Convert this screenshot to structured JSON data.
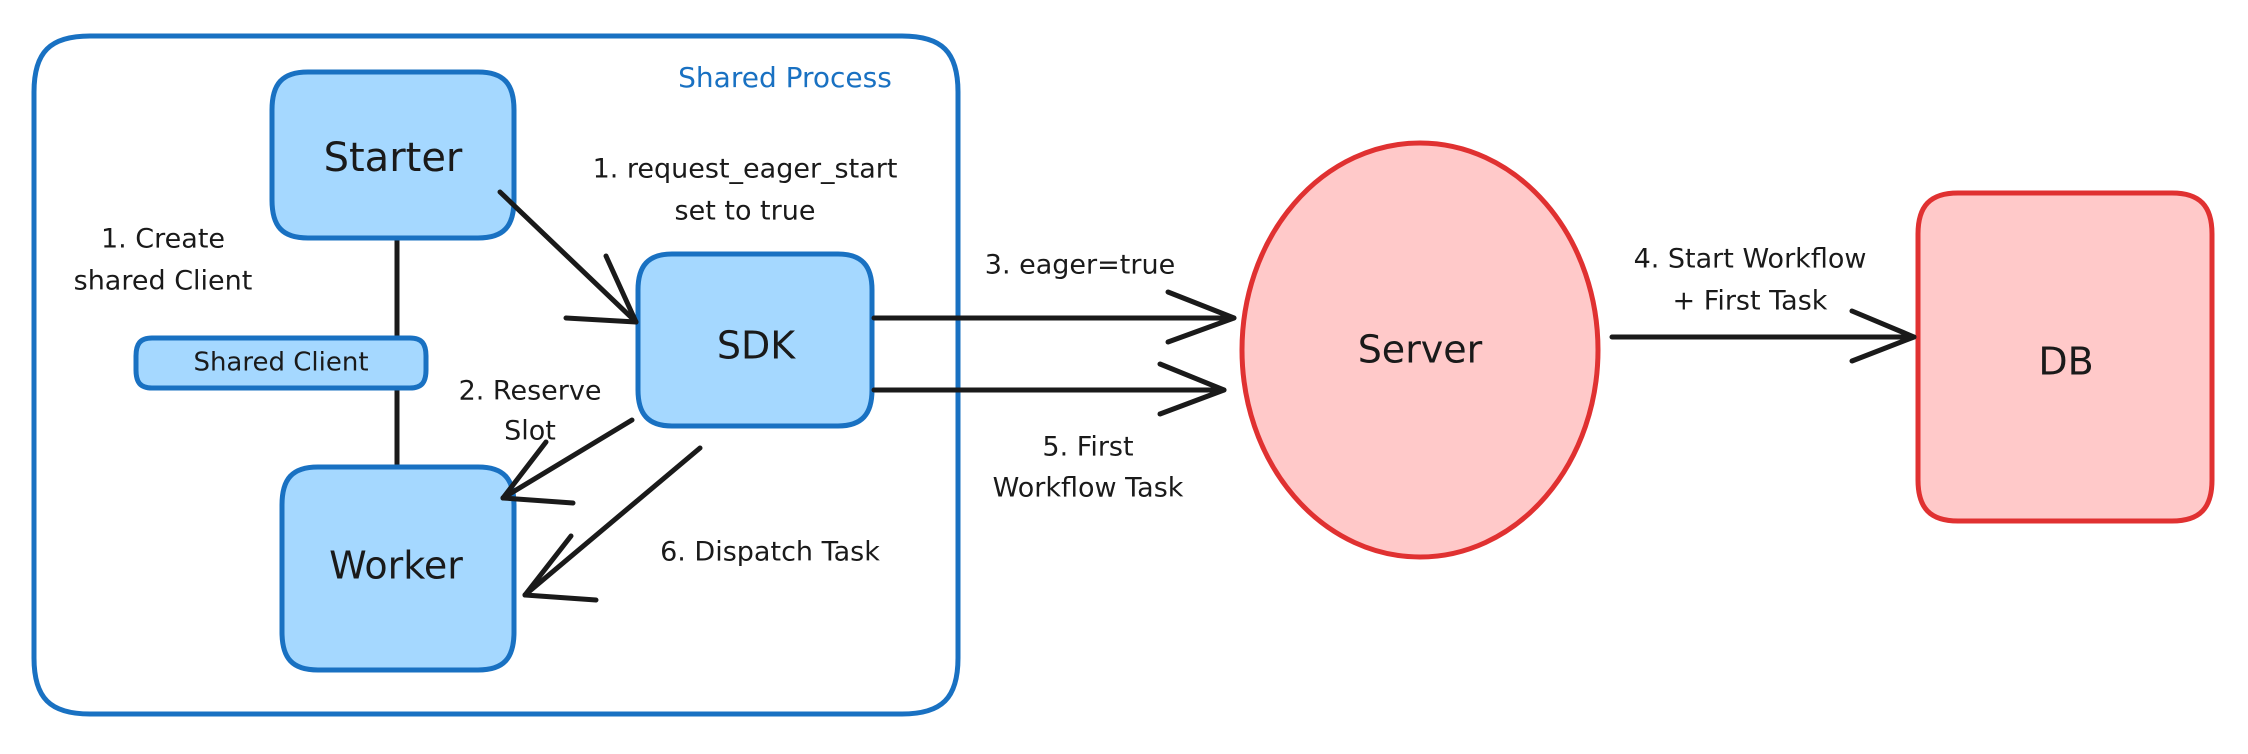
{
  "diagram": {
    "title": "Eager Workflow Start sequence",
    "background": "#ffffff",
    "colors": {
      "blue_fill": "#a5d8ff",
      "blue_stroke": "#1971c2",
      "red_fill": "#ffc9c9",
      "red_stroke": "#e03131",
      "edge_stroke": "#1a1a1a",
      "text": "#1a1a1a"
    },
    "groups": [
      {
        "id": "shared-process",
        "label": "Shared Process",
        "label_color": "#1971c2",
        "shape": "rounded-rectangle",
        "stroke": "#1971c2"
      }
    ],
    "nodes": [
      {
        "id": "starter",
        "label": "Starter",
        "shape": "rounded-rectangle",
        "fill": "#a5d8ff",
        "stroke": "#1971c2",
        "group": "shared-process"
      },
      {
        "id": "shared-client",
        "label": "Shared Client",
        "shape": "rounded-rectangle",
        "fill": "#a5d8ff",
        "stroke": "#1971c2",
        "group": "shared-process"
      },
      {
        "id": "worker",
        "label": "Worker",
        "shape": "rounded-rectangle",
        "fill": "#a5d8ff",
        "stroke": "#1971c2",
        "group": "shared-process"
      },
      {
        "id": "sdk",
        "label": "SDK",
        "shape": "rounded-rectangle",
        "fill": "#a5d8ff",
        "stroke": "#1971c2",
        "group": "shared-process"
      },
      {
        "id": "server",
        "label": "Server",
        "shape": "ellipse",
        "fill": "#ffc9c9",
        "stroke": "#e03131",
        "group": null
      },
      {
        "id": "db",
        "label": "DB",
        "shape": "rounded-rectangle",
        "fill": "#ffc9c9",
        "stroke": "#e03131",
        "group": null
      }
    ],
    "edges": [
      {
        "id": "e1",
        "from": "starter",
        "to": "sdk",
        "label_lines": [
          "1. request_eager_start",
          "set to true"
        ],
        "arrow": true
      },
      {
        "id": "e2",
        "from": "sdk",
        "to": "worker",
        "label_lines": [
          "2. Reserve",
          "Slot"
        ],
        "arrow": true
      },
      {
        "id": "e3",
        "from": "sdk",
        "to": "server",
        "label_lines": [
          "3. eager=true"
        ],
        "arrow": true
      },
      {
        "id": "e4",
        "from": "server",
        "to": "db",
        "label_lines": [
          "4. Start Workflow",
          "+ First Task"
        ],
        "arrow": true
      },
      {
        "id": "e5",
        "from": "sdk",
        "to": "server",
        "label_lines": [
          "5. First",
          "Workflow Task"
        ],
        "arrow": true
      },
      {
        "id": "e6",
        "from": "sdk",
        "to": "worker",
        "label_lines": [
          "6. Dispatch Task"
        ],
        "arrow": true
      },
      {
        "id": "e7",
        "from": "starter",
        "to": "shared-client",
        "label_lines": [
          "1. Create",
          "shared Client"
        ],
        "arrow": false
      },
      {
        "id": "e8",
        "from": "shared-client",
        "to": "worker",
        "label_lines": [],
        "arrow": false
      }
    ],
    "labels": {
      "shared_process": "Shared Process",
      "starter": "Starter",
      "shared_client": "Shared Client",
      "worker": "Worker",
      "sdk": "SDK",
      "server": "Server",
      "db": "DB",
      "e1_line1": "1. request_eager_start",
      "e1_line2": "set to true",
      "e2_line1": "2. Reserve",
      "e2_line2": "Slot",
      "e3_line1": "3. eager=true",
      "e4_line1": "4. Start Workflow",
      "e4_line2": "+ First Task",
      "e5_line1": "5. First",
      "e5_line2": "Workflow Task",
      "e6_line1": "6. Dispatch Task",
      "e7_line1": "1. Create",
      "e7_line2": "shared Client"
    }
  }
}
